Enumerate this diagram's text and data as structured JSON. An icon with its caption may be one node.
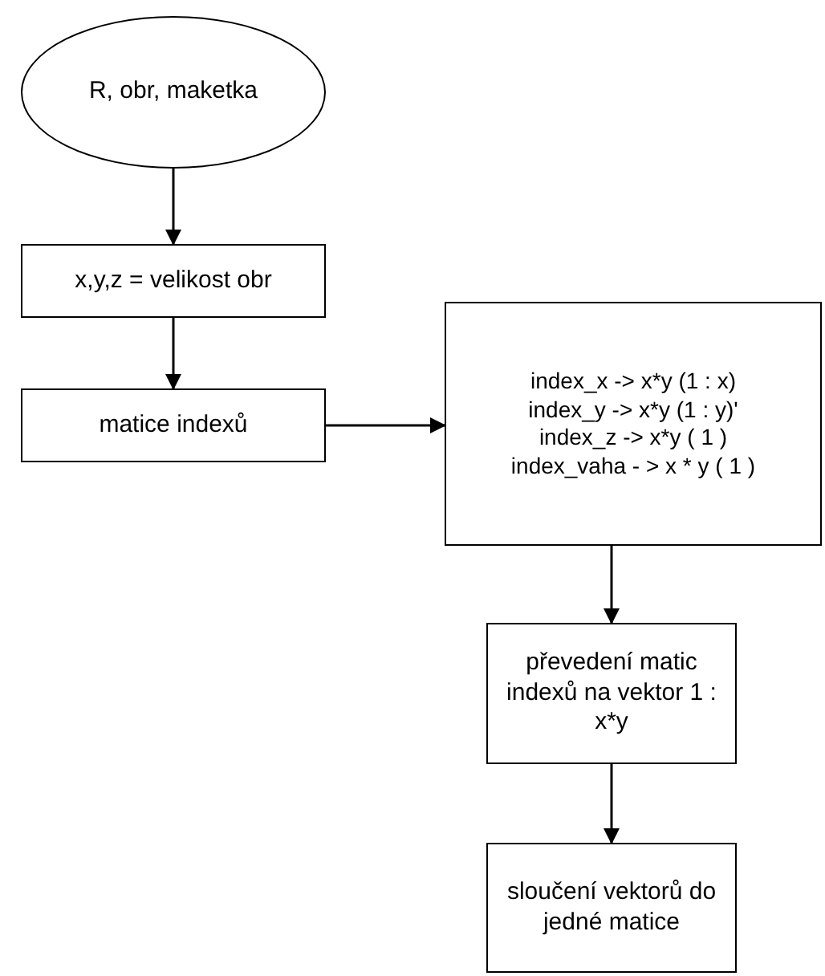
{
  "diagram": {
    "nodes": [
      {
        "text": [
          "R, obr, maketka"
        ]
      },
      {
        "text": [
          "x,y,z = velikost obr"
        ]
      },
      {
        "text": [
          "matice indexů"
        ]
      },
      {
        "text": [
          "index_x -> x*y (1 : x)",
          "index_y -> x*y (1 : y)'",
          "index_z -> x*y ( 1 )",
          "index_vaha - > x * y ( 1 )"
        ]
      },
      {
        "text": [
          "převedení matic indexů na vektor 1 : x*y"
        ]
      },
      {
        "text": [
          "sloučení vektorů do jedné matice"
        ]
      }
    ],
    "edges": [
      {
        "from": 0,
        "to": 1,
        "arrow": "to"
      },
      {
        "from": 1,
        "to": 2,
        "arrow": "to"
      },
      {
        "from": 2,
        "to": 3,
        "arrow": "to"
      },
      {
        "from": 3,
        "to": 4,
        "arrow": "to"
      },
      {
        "from": 4,
        "to": 5,
        "arrow": "to"
      }
    ]
  }
}
